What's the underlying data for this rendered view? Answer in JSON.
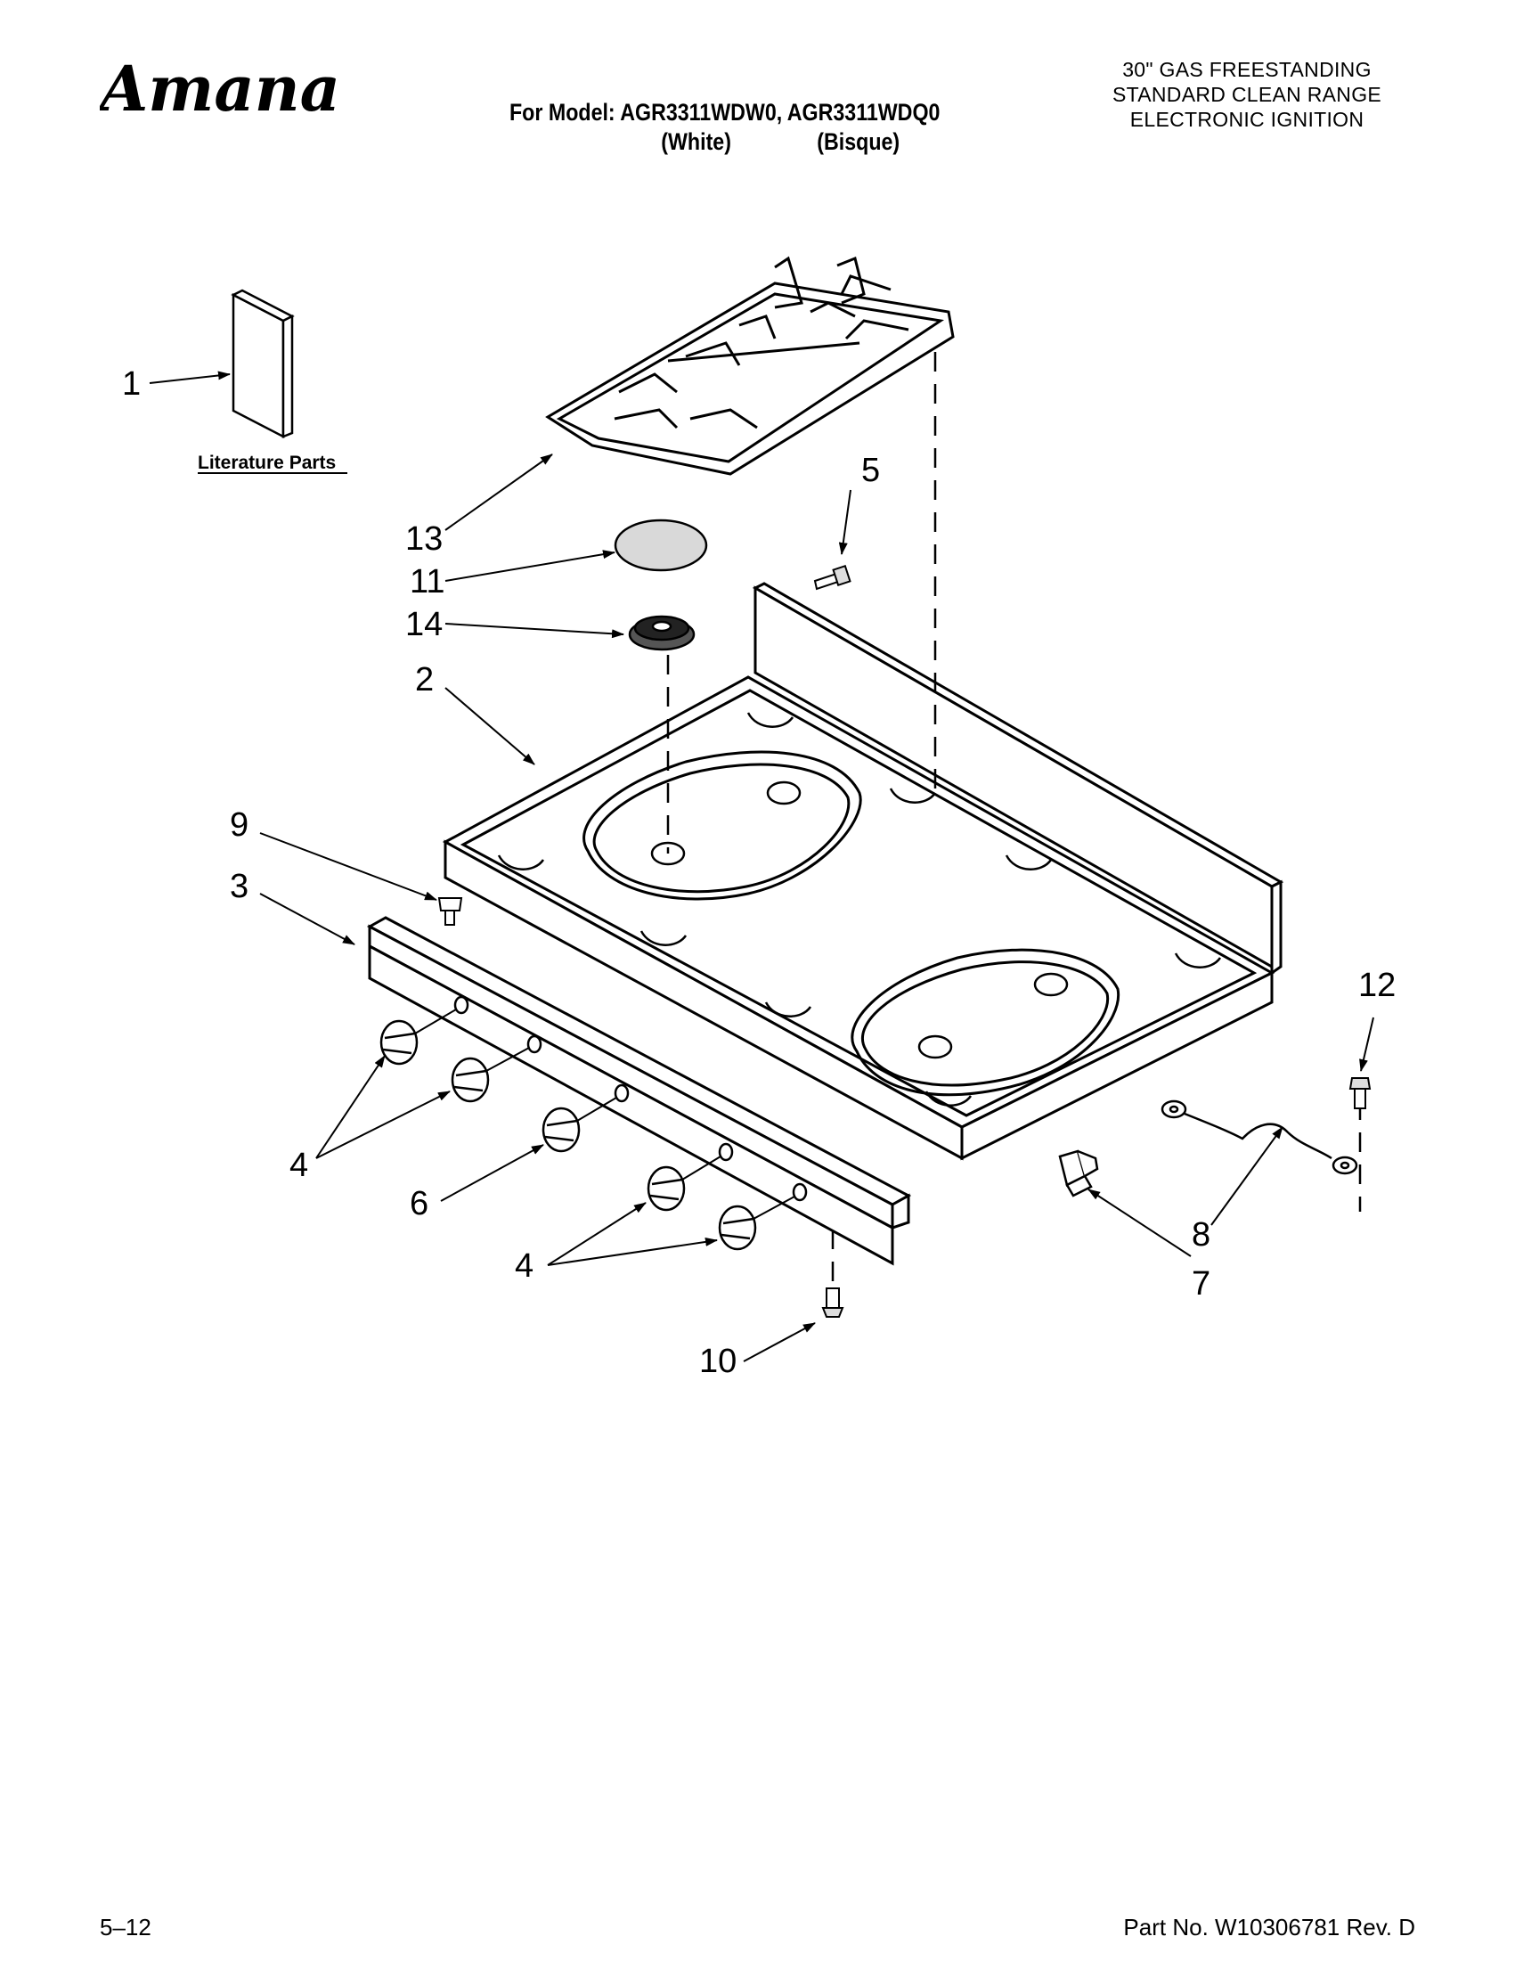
{
  "header": {
    "brand": "Amana",
    "model_line": "For Model: AGR3311WDW0, AGR3311WDQ0",
    "variant_white": "(White)",
    "variant_bisque": "(Bisque)",
    "description": [
      "30\" GAS FREESTANDING",
      "STANDARD CLEAN RANGE",
      "ELECTRONIC IGNITION"
    ]
  },
  "diagram": {
    "literature_label": "Literature Parts",
    "callouts": {
      "c1": "1",
      "c2": "2",
      "c3": "3",
      "c4a": "4",
      "c4b": "4",
      "c5": "5",
      "c6": "6",
      "c7": "7",
      "c8": "8",
      "c9": "9",
      "c10": "10",
      "c11": "11",
      "c12": "12",
      "c13": "13",
      "c14": "14"
    }
  },
  "footer": {
    "page": "5–12",
    "part_number": "Part No. W10306781 Rev. D"
  },
  "colors": {
    "ink": "#000000",
    "paper": "#ffffff",
    "cap_fill": "#d9d9d9"
  }
}
